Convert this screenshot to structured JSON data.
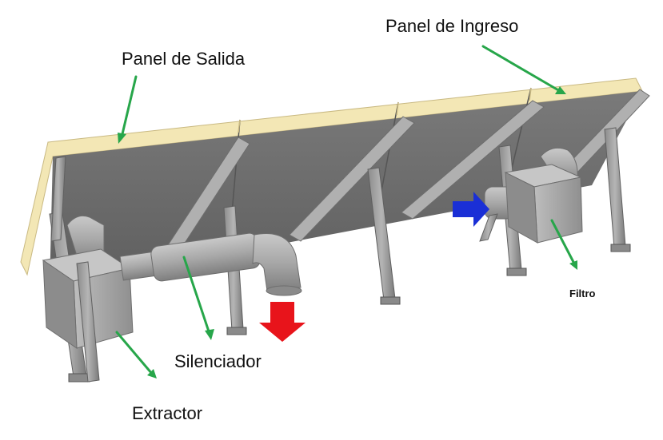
{
  "labels": {
    "panel_salida": "Panel de Salida",
    "panel_ingreso": "Panel de Ingreso",
    "silenciador": "Silenciador",
    "extractor": "Extractor",
    "filtro": "Filtro"
  },
  "colors": {
    "panel_face": "#6b6b6b",
    "panel_edge": "#f3e7b5",
    "steel": "#a2a2a2",
    "steel_dark": "#6e6e6e",
    "leader": "#27a64a",
    "outlet_arrow": "#e8141b",
    "inlet_arrow": "#1a2fd6"
  }
}
